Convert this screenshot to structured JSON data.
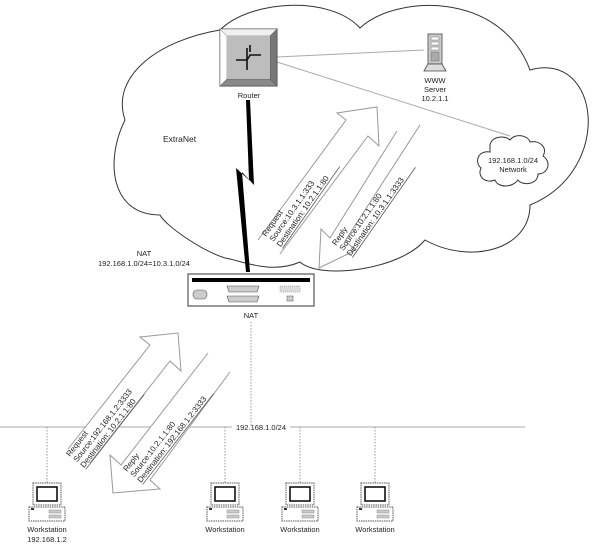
{
  "diagram": {
    "extranet_label": "ExtraNet",
    "router": {
      "label": "Router"
    },
    "www_server": {
      "line1": "WWW",
      "line2": "Server",
      "line3": "10.2.1.1"
    },
    "network_cloud": {
      "line1": "192.168.1.0/24",
      "line2": "Network"
    },
    "nat_device": {
      "title": "NAT",
      "mapping": "192.168.1.0/24=10.3.1.0/24",
      "label": "NAT"
    },
    "lan_label": "192.168.1.0/24",
    "upper_request": {
      "title": "Request",
      "source": "Source:10.3.1.1:333",
      "destination": "Destination: 10.2.1.1:80"
    },
    "upper_reply": {
      "title": "Reply",
      "source": "Source:10.2.1.1:80",
      "destination": "Destination: 10.3.1.1:3333"
    },
    "lower_request": {
      "title": "Request",
      "source": "Source:192.168.1.2:3333",
      "destination": "Destination: 10.2.1.1:80"
    },
    "lower_reply": {
      "title": "Reply",
      "source": "Source:10.2.1.1:80",
      "destination": "Destination: 192.168.1.2:3333"
    },
    "workstations": [
      {
        "line1": "Workstation",
        "line2": "192.168.1.2"
      },
      {
        "line1": "Workstation",
        "line2": ""
      },
      {
        "line1": "Workstation",
        "line2": ""
      },
      {
        "line1": "Workstation",
        "line2": ""
      }
    ]
  }
}
